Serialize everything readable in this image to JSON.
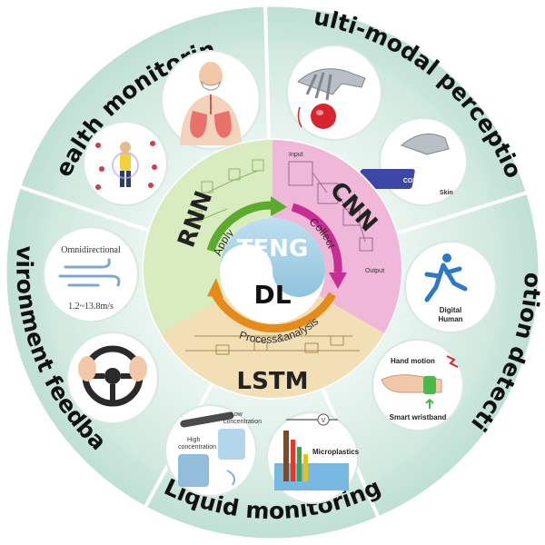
{
  "segments": {
    "health": "Health monitoring",
    "multimodal": "Multi-modal perception",
    "motion": "Motion detection",
    "liquid": "Liquid  monitoring",
    "environment": "Environment feedback"
  },
  "core": {
    "teng": "TENG",
    "dl": "DL",
    "rnn": "RNN",
    "cnn": "CNN",
    "lstm": "LSTM",
    "apply": "Apply",
    "collect": "Collect",
    "process": "Process&analysis"
  },
  "panels": {
    "omni_title": "Omnidirectional",
    "omni_range": "1.2~13.8m/s",
    "skin": "Skin",
    "code": "CODE",
    "digital_human": "Digital\nHuman",
    "digital_line1": "Digital",
    "digital_line2": "Human",
    "hand_motion": "Hand motion",
    "smart_wristband": "Smart wristband",
    "low_conc_1": "Low",
    "low_conc_2": "concentration",
    "high_conc_1": "High",
    "high_conc_2": "concentration",
    "microplastics": "Microplastics",
    "input": "Input",
    "output": "Output",
    "v_meter": "V"
  },
  "colors": {
    "outer_ring": "#bfe0d4",
    "outer_ring_edge": "#8cc9b3",
    "rnn_sector": "#d9ecc0",
    "cnn_sector": "#efb8d8",
    "lstm_sector": "#f3dfb5",
    "arrow_green": "#5cab2e",
    "arrow_magenta": "#c82d93",
    "arrow_orange": "#e58b1c"
  }
}
